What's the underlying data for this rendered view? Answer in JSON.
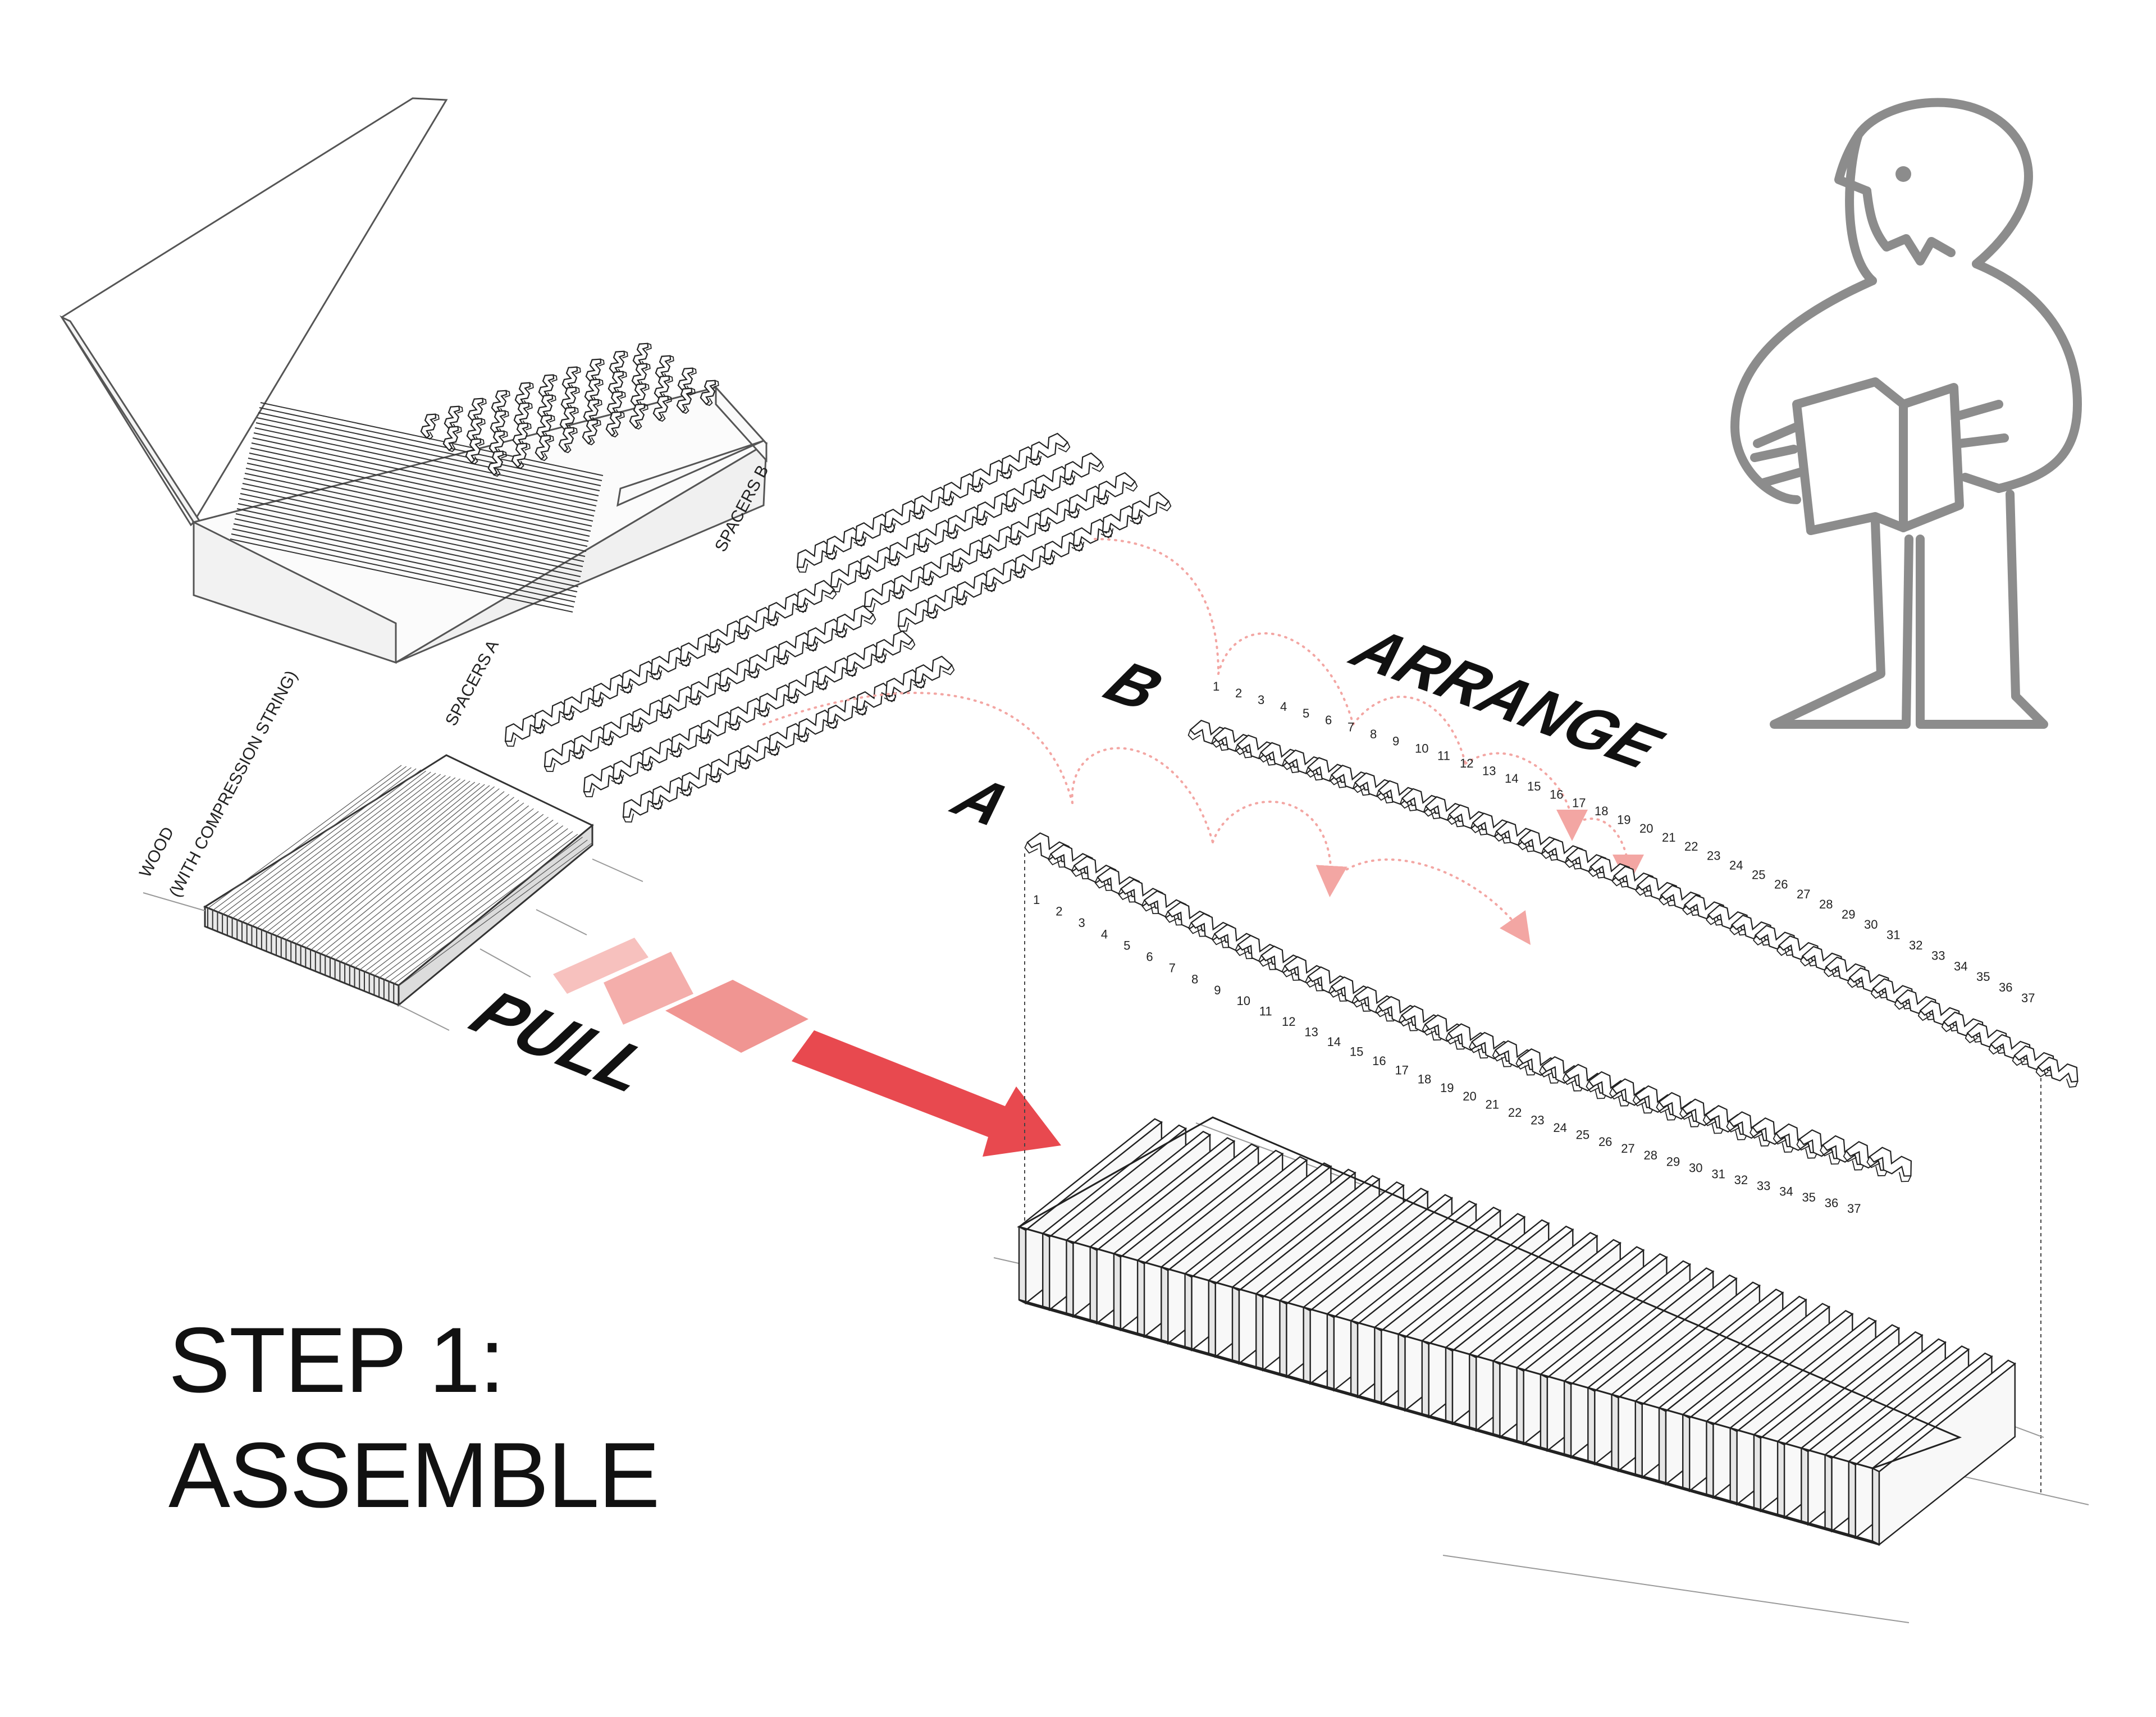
{
  "labels": {
    "spacers_b": "SPACERS B",
    "spacers_a": "SPACERS A",
    "wood_line1": "WOOD",
    "wood_line2": "(WITH COMPRESSION STRING)",
    "arrange": "ARRANGE",
    "pull": "PULL",
    "row_a": "A",
    "row_b": "B"
  },
  "step": {
    "line1": "STEP 1:",
    "line2": "ASSEMBLE"
  },
  "numbering": {
    "row_a": [
      "1",
      "2",
      "3",
      "4",
      "5",
      "6",
      "7",
      "8",
      "9",
      "10",
      "11",
      "12",
      "13",
      "14",
      "15",
      "16",
      "17",
      "18",
      "19",
      "20",
      "21",
      "22",
      "23",
      "24",
      "25",
      "26",
      "27",
      "28",
      "29",
      "30",
      "31",
      "32",
      "33",
      "34",
      "35",
      "36",
      "37"
    ],
    "row_b": [
      "1",
      "2",
      "3",
      "4",
      "5",
      "6",
      "7",
      "8",
      "9",
      "10",
      "11",
      "12",
      "13",
      "14",
      "15",
      "16",
      "17",
      "18",
      "19",
      "20",
      "21",
      "22",
      "23",
      "24",
      "25",
      "26",
      "27",
      "28",
      "29",
      "30",
      "31",
      "32",
      "33",
      "34",
      "35",
      "36",
      "37"
    ]
  },
  "colors": {
    "line": "#222222",
    "light_line": "#9a9a9a",
    "accent": "#e8494f",
    "accent_light": "#f3a6a3",
    "figure": "#8c8c8c"
  },
  "icons": [
    "manual-reader-figure-icon",
    "pull-arrow-icon"
  ]
}
